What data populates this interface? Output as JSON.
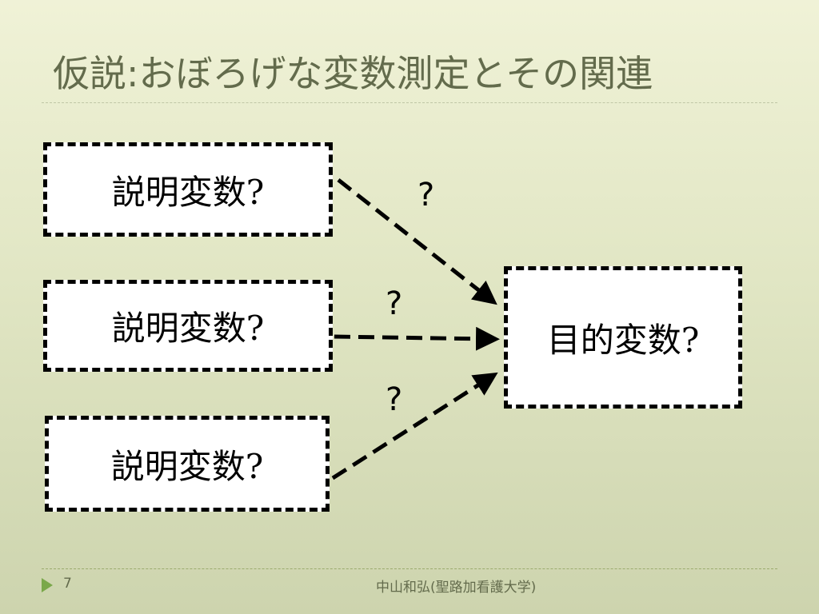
{
  "slide": {
    "title": "仮説:おぼろげな変数測定とその関連",
    "page_number": "7",
    "footer": "中山和弘(聖路加看護大学)"
  },
  "diagram": {
    "explanatory_variables": [
      {
        "label": "説明変数?"
      },
      {
        "label": "説明変数?"
      },
      {
        "label": "説明変数?"
      }
    ],
    "target_variable": {
      "label": "目的変数?"
    },
    "relation_labels": [
      "?",
      "?",
      "?"
    ]
  },
  "colors": {
    "title_text": "#636b4c",
    "footer_arrow": "#7aa84a",
    "box_fill": "#ffffff",
    "box_border": "#000000"
  }
}
